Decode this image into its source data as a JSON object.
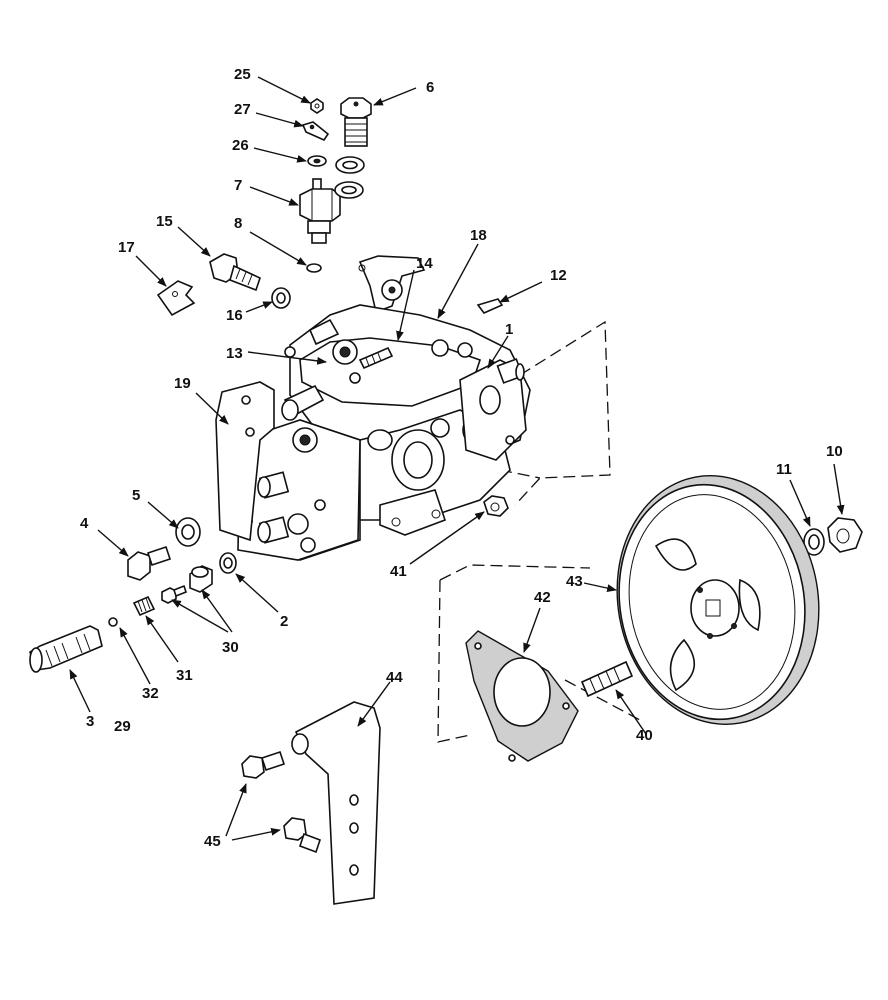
{
  "callouts": {
    "c1": "1",
    "c2": "2",
    "c3": "3",
    "c4": "4",
    "c5": "5",
    "c6": "6",
    "c7": "7",
    "c8": "8",
    "c10": "10",
    "c11": "11",
    "c12": "12",
    "c13": "13",
    "c14": "14",
    "c15": "15",
    "c16": "16",
    "c17": "17",
    "c18": "18",
    "c19": "19",
    "c25": "25",
    "c26": "26",
    "c27": "27",
    "c29": "29",
    "c30": "30",
    "c31": "31",
    "c32": "32",
    "c40": "40",
    "c41": "41",
    "c42": "42",
    "c43": "43",
    "c44": "44",
    "c45": "45"
  }
}
